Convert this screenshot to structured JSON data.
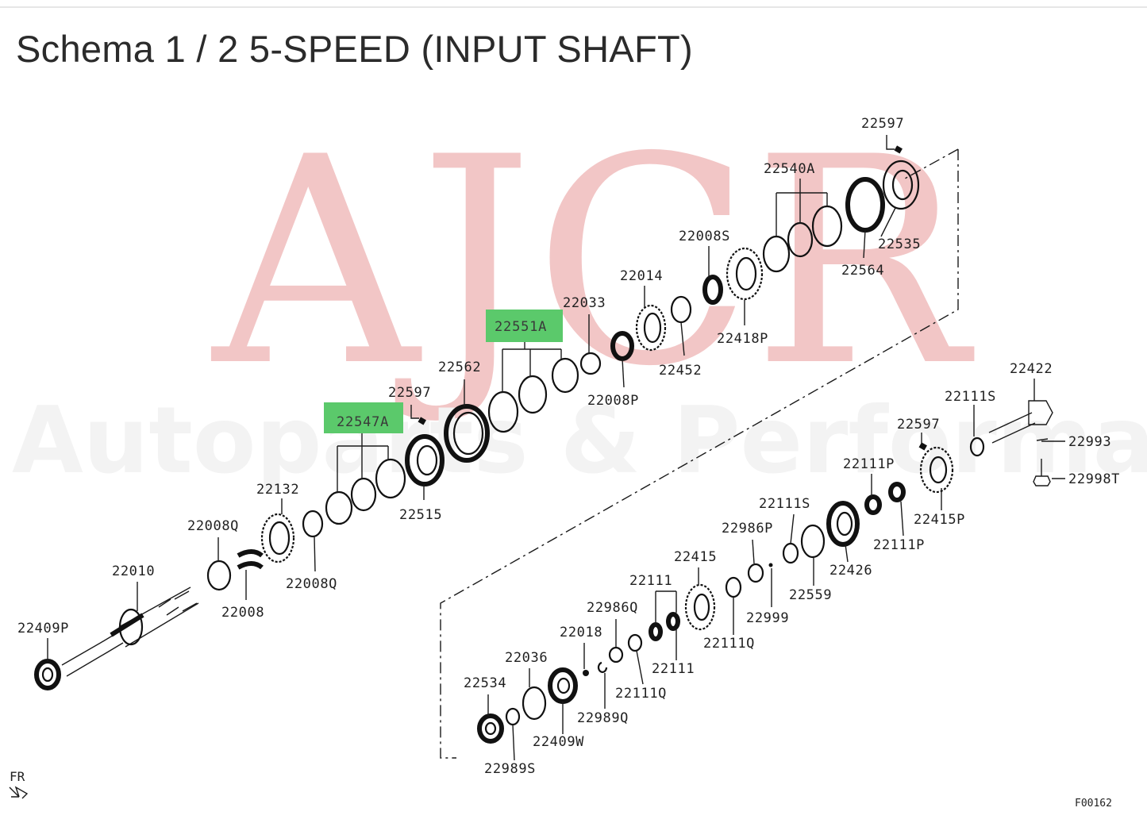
{
  "title": "Schema 1 / 2 5-SPEED (INPUT SHAFT)",
  "watermark": {
    "main": "AJCR",
    "sub": "Autoparts & Performance"
  },
  "highlight_color": "#5bc96b",
  "highlighted_parts": [
    "22551A",
    "22547A"
  ],
  "orientation_marker": "FR",
  "figure_code": "F00162",
  "part_labels": {
    "p22597_top": "22597",
    "p22540A": "22540A",
    "p22008S": "22008S",
    "p22535": "22535",
    "p22564": "22564",
    "p22014": "22014",
    "p22033": "22033",
    "p22551A": "22551A",
    "p22418P": "22418P",
    "p22452": "22452",
    "p22562": "22562",
    "p22008P": "22008P",
    "p22597_mid": "22597",
    "p22547A": "22547A",
    "p22132": "22132",
    "p22515": "22515",
    "p22008Q_a": "22008Q",
    "p22008Q_b": "22008Q",
    "p22010": "22010",
    "p22008": "22008",
    "p22409P": "22409P",
    "p22422": "22422",
    "p22111S_a": "22111S",
    "p22993": "22993",
    "p22597_low": "22597",
    "p22998T": "22998T",
    "p22111P_a": "22111P",
    "p22415P": "22415P",
    "p22111S_b": "22111S",
    "p22111P_b": "22111P",
    "p22986P": "22986P",
    "p22426": "22426",
    "p22415": "22415",
    "p22559": "22559",
    "p22111_a": "22111",
    "p22999": "22999",
    "p22986Q": "22986Q",
    "p22111Q_a": "22111Q",
    "p22018": "22018",
    "p22111_b": "22111",
    "p22036": "22036",
    "p22111Q_b": "22111Q",
    "p22534": "22534",
    "p22989Q": "22989Q",
    "p22409W": "22409W",
    "p22989S": "22989S"
  }
}
